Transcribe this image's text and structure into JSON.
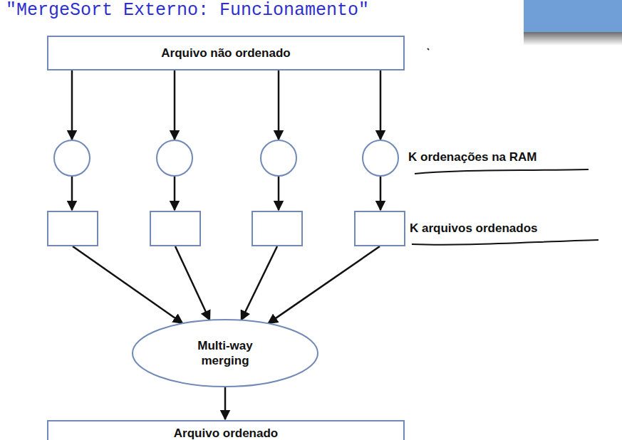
{
  "diagram": {
    "title": "\"MergeSort Externo: Funcionamento\"",
    "nodes": [
      {
        "text": [
          "Arquivo não ordenado"
        ]
      },
      {
        "text": []
      },
      {
        "text": []
      },
      {
        "text": []
      },
      {
        "text": []
      },
      {
        "text": []
      },
      {
        "text": []
      },
      {
        "text": []
      },
      {
        "text": []
      },
      {
        "text": [
          "Multi-way merging"
        ]
      },
      {
        "text": [
          "Arquivo ordenado"
        ]
      }
    ],
    "edges": [
      {
        "from": 0,
        "to": 1,
        "arrow": "to"
      },
      {
        "from": 0,
        "to": 2,
        "arrow": "to"
      },
      {
        "from": 0,
        "to": 3,
        "arrow": "to"
      },
      {
        "from": 0,
        "to": 4,
        "arrow": "to"
      },
      {
        "from": 1,
        "to": 5,
        "arrow": "to"
      },
      {
        "from": 2,
        "to": 6,
        "arrow": "to"
      },
      {
        "from": 3,
        "to": 7,
        "arrow": "to"
      },
      {
        "from": 4,
        "to": 8,
        "arrow": "to"
      },
      {
        "from": 5,
        "to": 9,
        "arrow": "to"
      },
      {
        "from": 6,
        "to": 9,
        "arrow": "to"
      },
      {
        "from": 7,
        "to": 9,
        "arrow": "to"
      },
      {
        "from": 8,
        "to": 9,
        "arrow": "to"
      },
      {
        "from": 9,
        "to": 10,
        "arrow": "to"
      }
    ],
    "labels": [
      "K ordenações na RAM",
      "K arquivos ordenados"
    ]
  }
}
